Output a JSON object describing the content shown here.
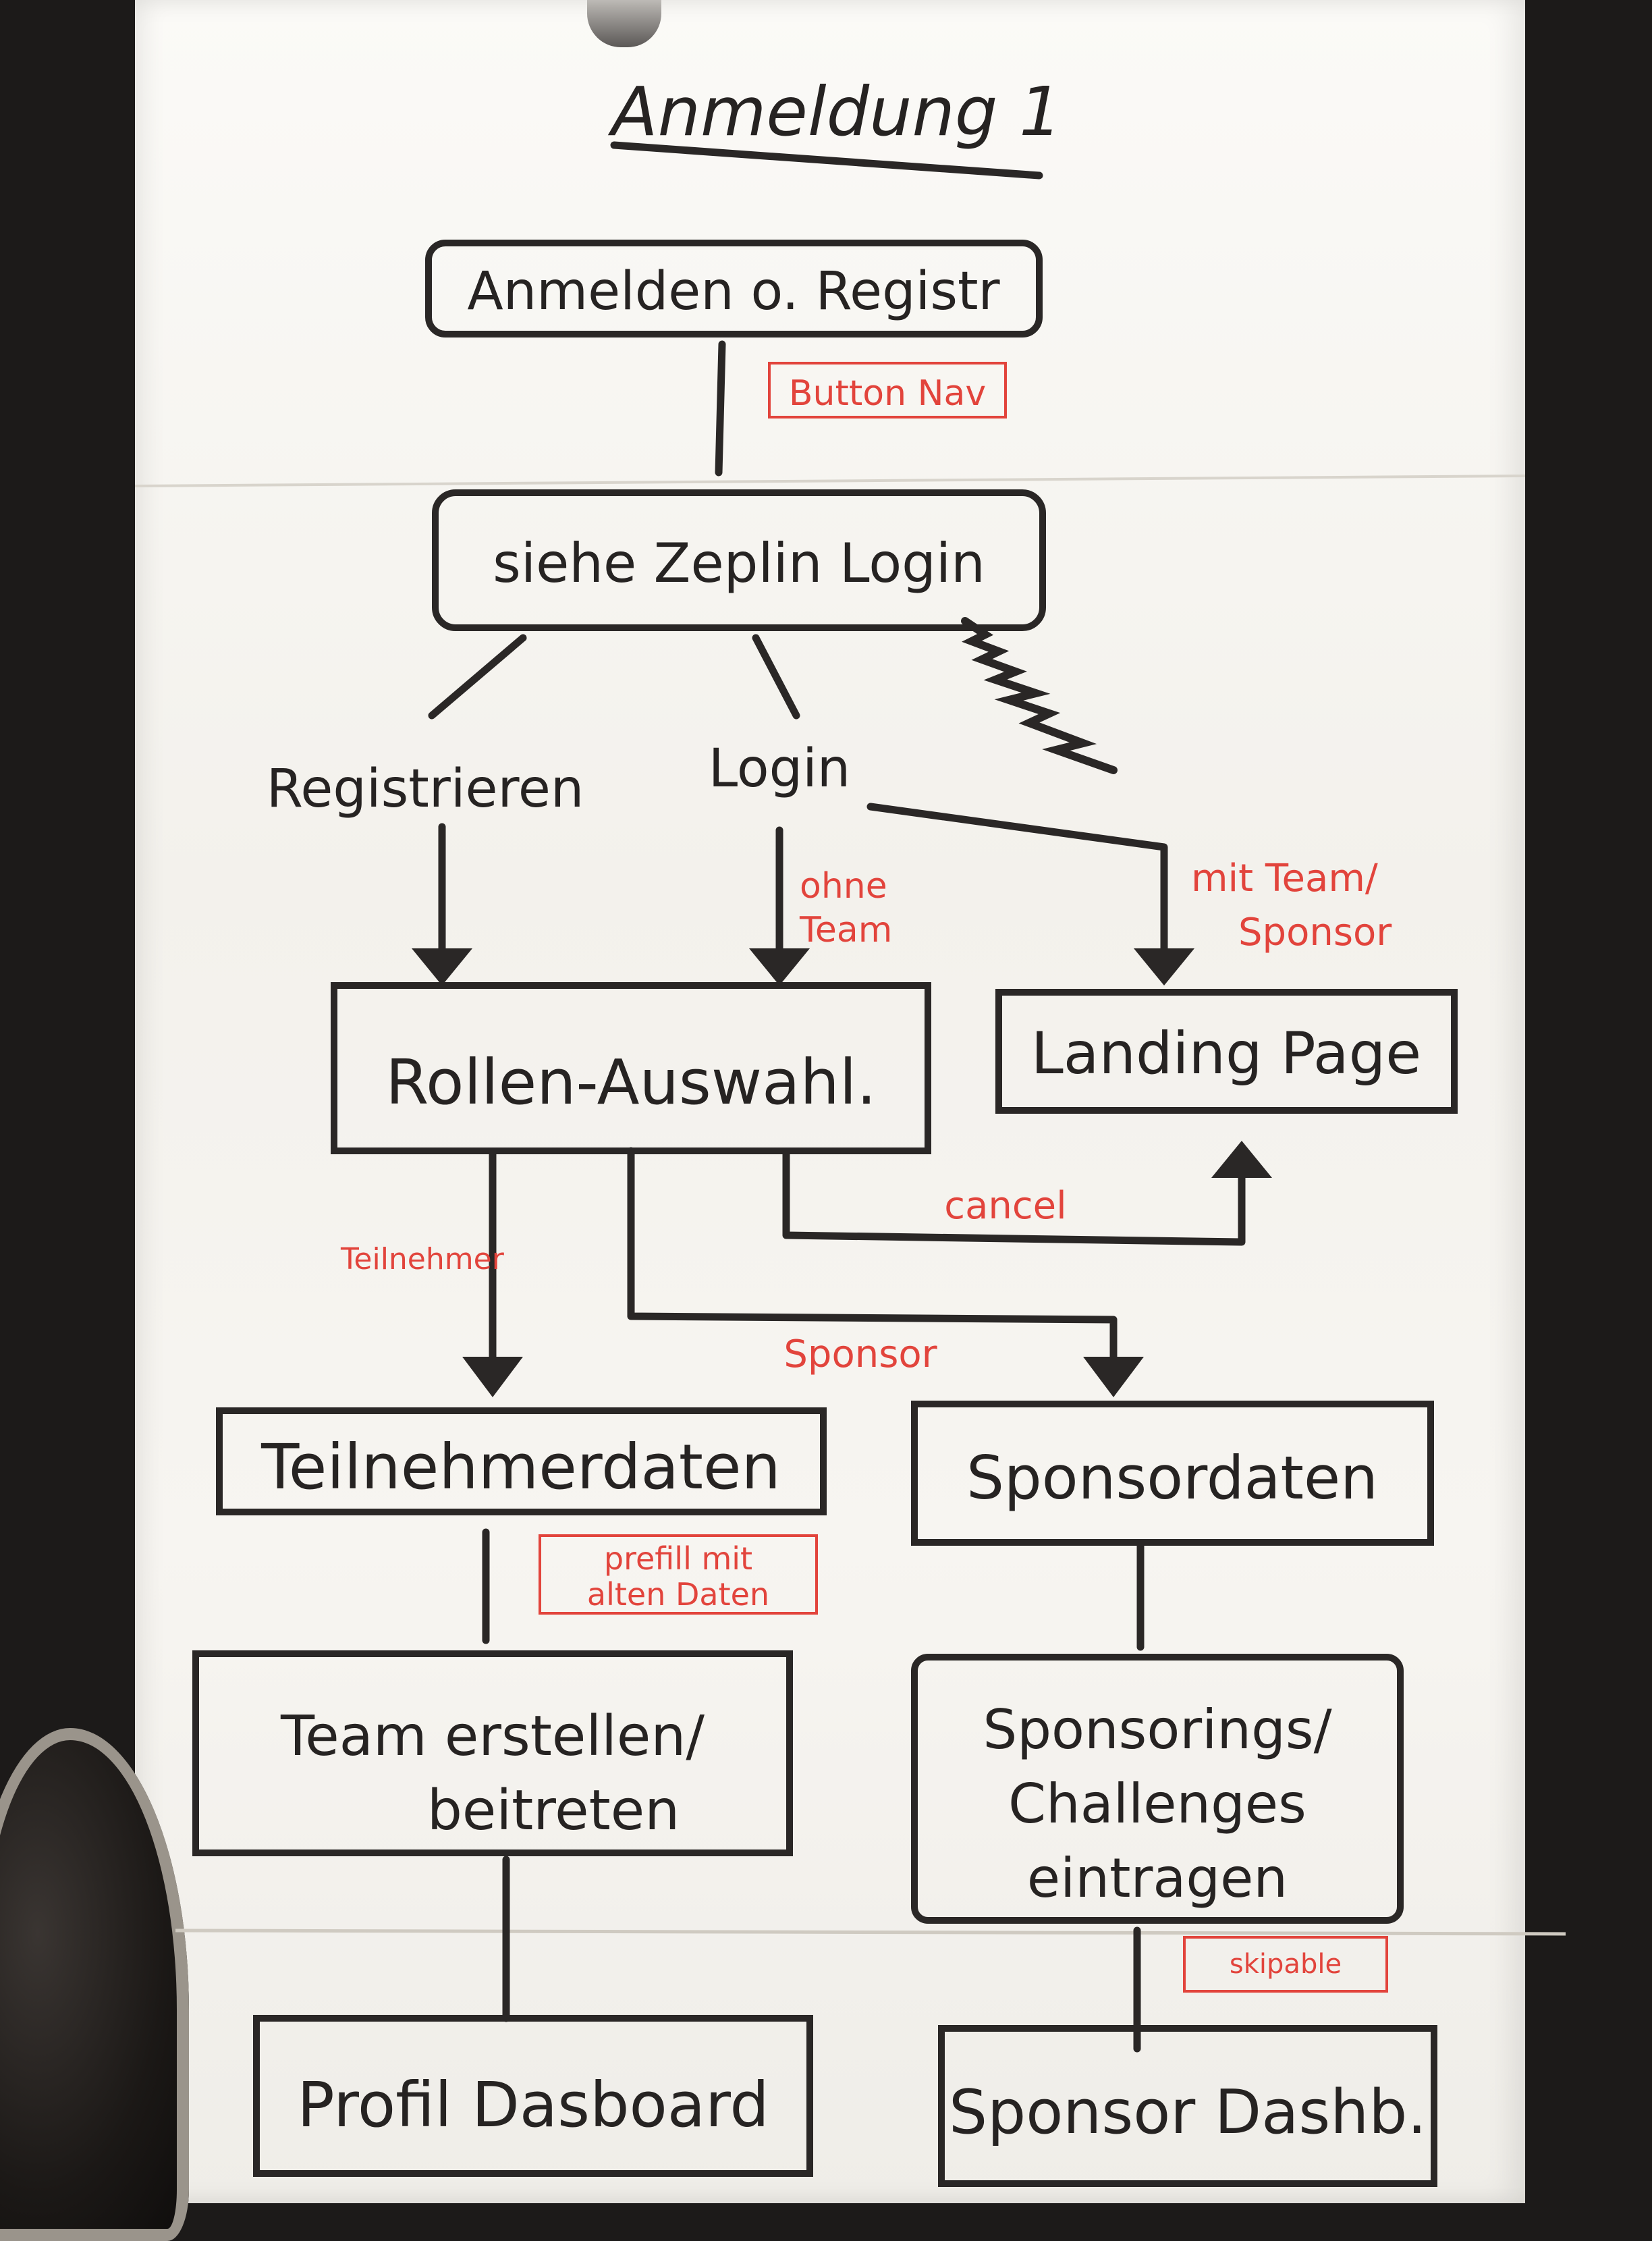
{
  "title": "Anmeldung 1",
  "colors": {
    "ink": "#2a2726",
    "annotation": "#e2443c",
    "paper": "#f7f5f1"
  },
  "nodes": {
    "anmelden": "Anmelden o. Registr",
    "zeplin": "siehe Zeplin Login",
    "registrieren": "Registrieren",
    "login": "Login",
    "rollen": "Rollen-Auswahl.",
    "landing": "Landing Page",
    "teilnehmerdaten": "Teilnehmerdaten",
    "sponsordaten": "Sponsordaten",
    "team": [
      "Team erstellen/",
      "beitreten"
    ],
    "sponsorings": [
      "Sponsorings/",
      "Challenges",
      "eintragen"
    ],
    "profil": "Profil Dasboard",
    "sponsor_dash": "Sponsor Dashb."
  },
  "annotations": {
    "button_nav": "Button Nav",
    "ohne_team": [
      "ohne",
      "Team"
    ],
    "mit_team": [
      "mit Team/",
      "Sponsor"
    ],
    "cancel": "cancel",
    "teilnehmer": "Teilnehmer",
    "sponsor": "Sponsor",
    "prefill": [
      "prefill mit",
      "alten Daten"
    ],
    "skipable": "skipable"
  }
}
